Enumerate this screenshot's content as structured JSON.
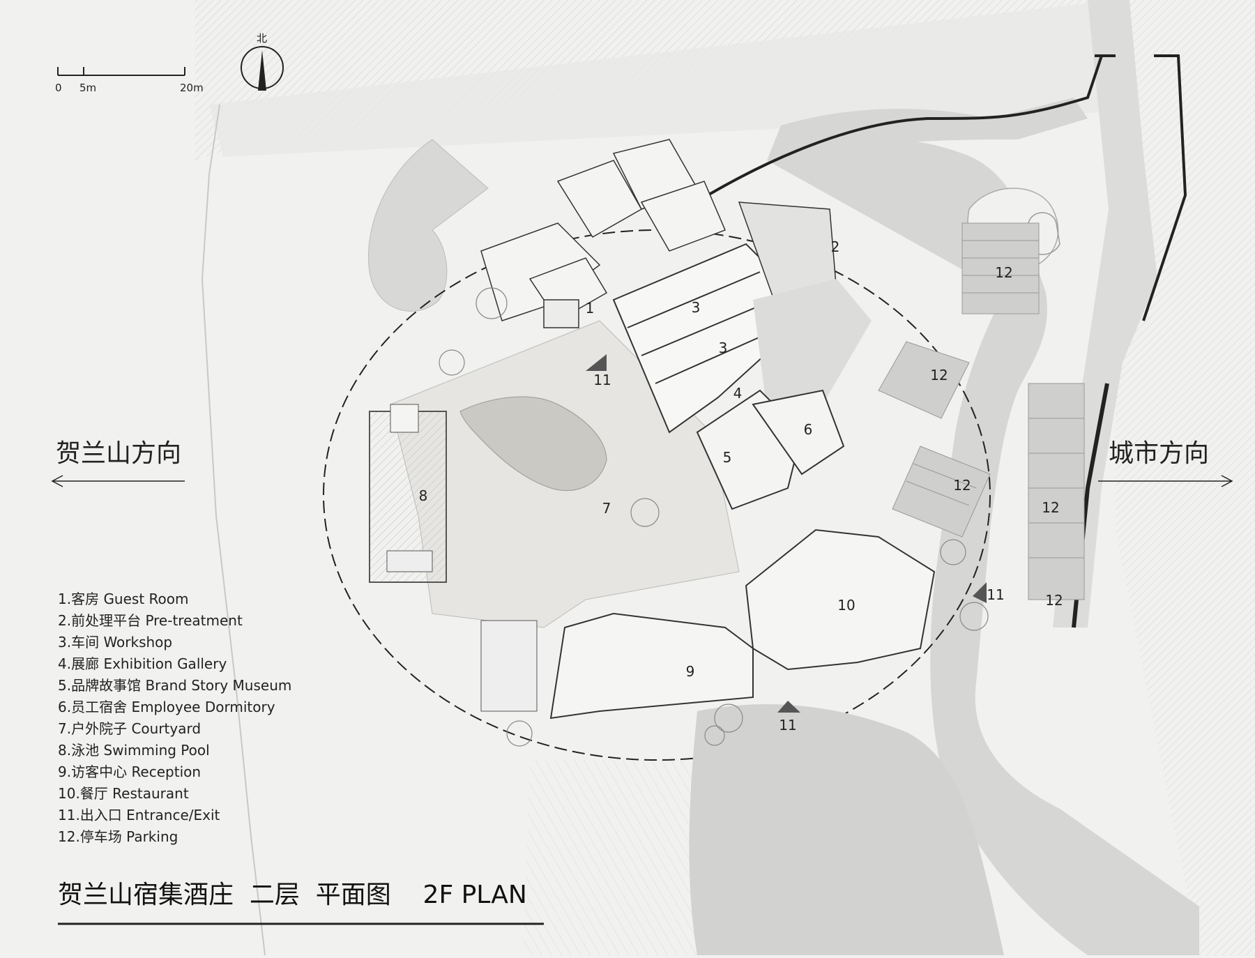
{
  "north_label": "北",
  "scale_bar": {
    "labels": [
      "0",
      "5m",
      "20m"
    ]
  },
  "directions": {
    "left": "贺兰山方向",
    "right": "城市方向"
  },
  "title": "贺兰山宿集酒庄  二层  平面图    2F PLAN",
  "legend": [
    "1.客房   Guest Room",
    "2.前处理平台   Pre-treatment",
    "3.车间  Workshop",
    "4.展廊   Exhibition Gallery",
    "5.品牌故事馆   Brand Story Museum",
    "6.员工宿舍   Employee Dormitory",
    "7.户外院子   Courtyard",
    "8.泳池   Swimming Pool",
    "9.访客中心   Reception",
    "10.餐厅   Restaurant",
    "11.出入口   Entrance/Exit",
    "12.停车场   Parking"
  ],
  "plan_labels": [
    "1",
    "2",
    "3",
    "3",
    "4",
    "5",
    "6",
    "7",
    "8",
    "9",
    "10",
    "11",
    "11",
    "11",
    "12",
    "12",
    "12",
    "12",
    "12"
  ],
  "colors": {
    "background": "#f1f1ef",
    "line": "#222222",
    "road": "#d6d6d4",
    "courtyard": "#e6e5e2"
  }
}
